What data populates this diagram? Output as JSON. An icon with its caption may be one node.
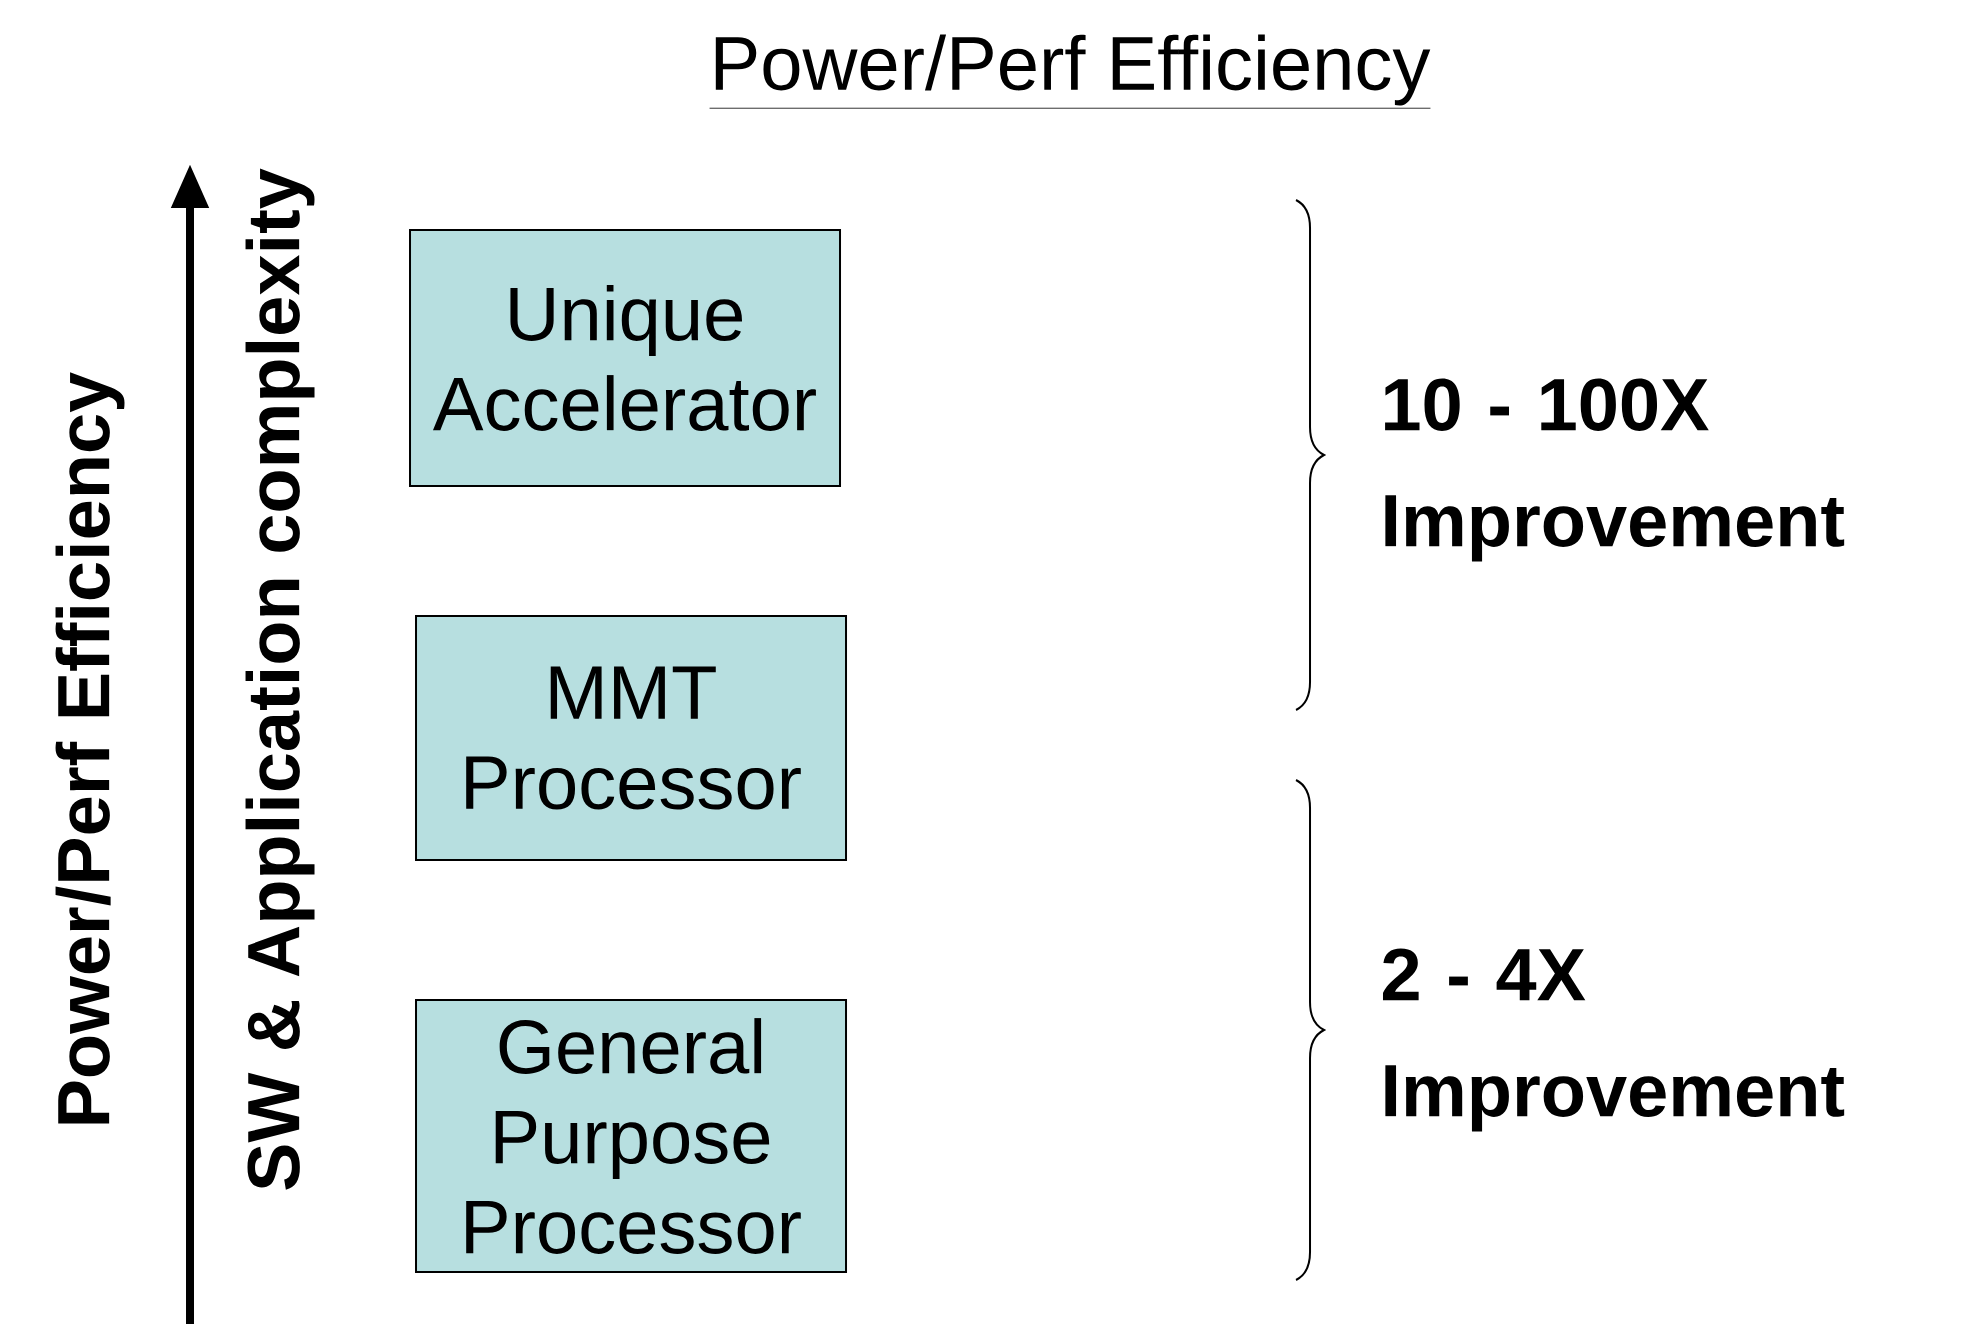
{
  "diagram": {
    "title": "Power/Perf Efficiency",
    "nodes": [
      {
        "text": [
          "Unique Accelerator"
        ]
      },
      {
        "text": [
          "MMT Processor"
        ]
      },
      {
        "text": [
          "General Purpose Processor"
        ]
      }
    ],
    "labels": [
      "Power/Perf Efficiency",
      "SW & Application complexity",
      "10 - 100X Improvement",
      "2 - 4X Improvement"
    ]
  }
}
